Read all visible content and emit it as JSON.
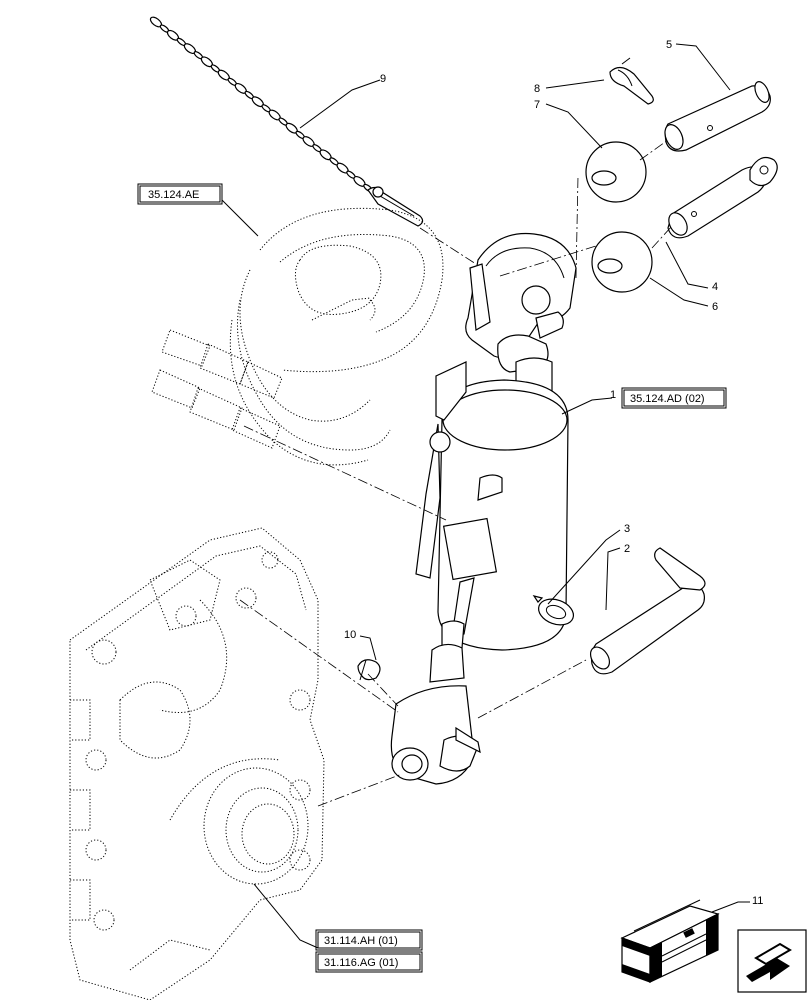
{
  "callouts": {
    "c1": "1",
    "c2": "2",
    "c3": "3",
    "c4": "4",
    "c5": "5",
    "c6": "6",
    "c7": "7",
    "c8": "8",
    "c9": "9",
    "c10": "10",
    "c11": "11"
  },
  "references": {
    "ref_35_124_ae": "35.124.AE",
    "ref_35_124_ad": "35.124.AD (02)",
    "ref_31_114_ah": "31.114.AH (01)",
    "ref_31_116_ag": "31.116.AG (01)"
  },
  "icons": {
    "kit_box": "kit-box-icon",
    "nav_arrow": "navigation-arrow-icon"
  }
}
